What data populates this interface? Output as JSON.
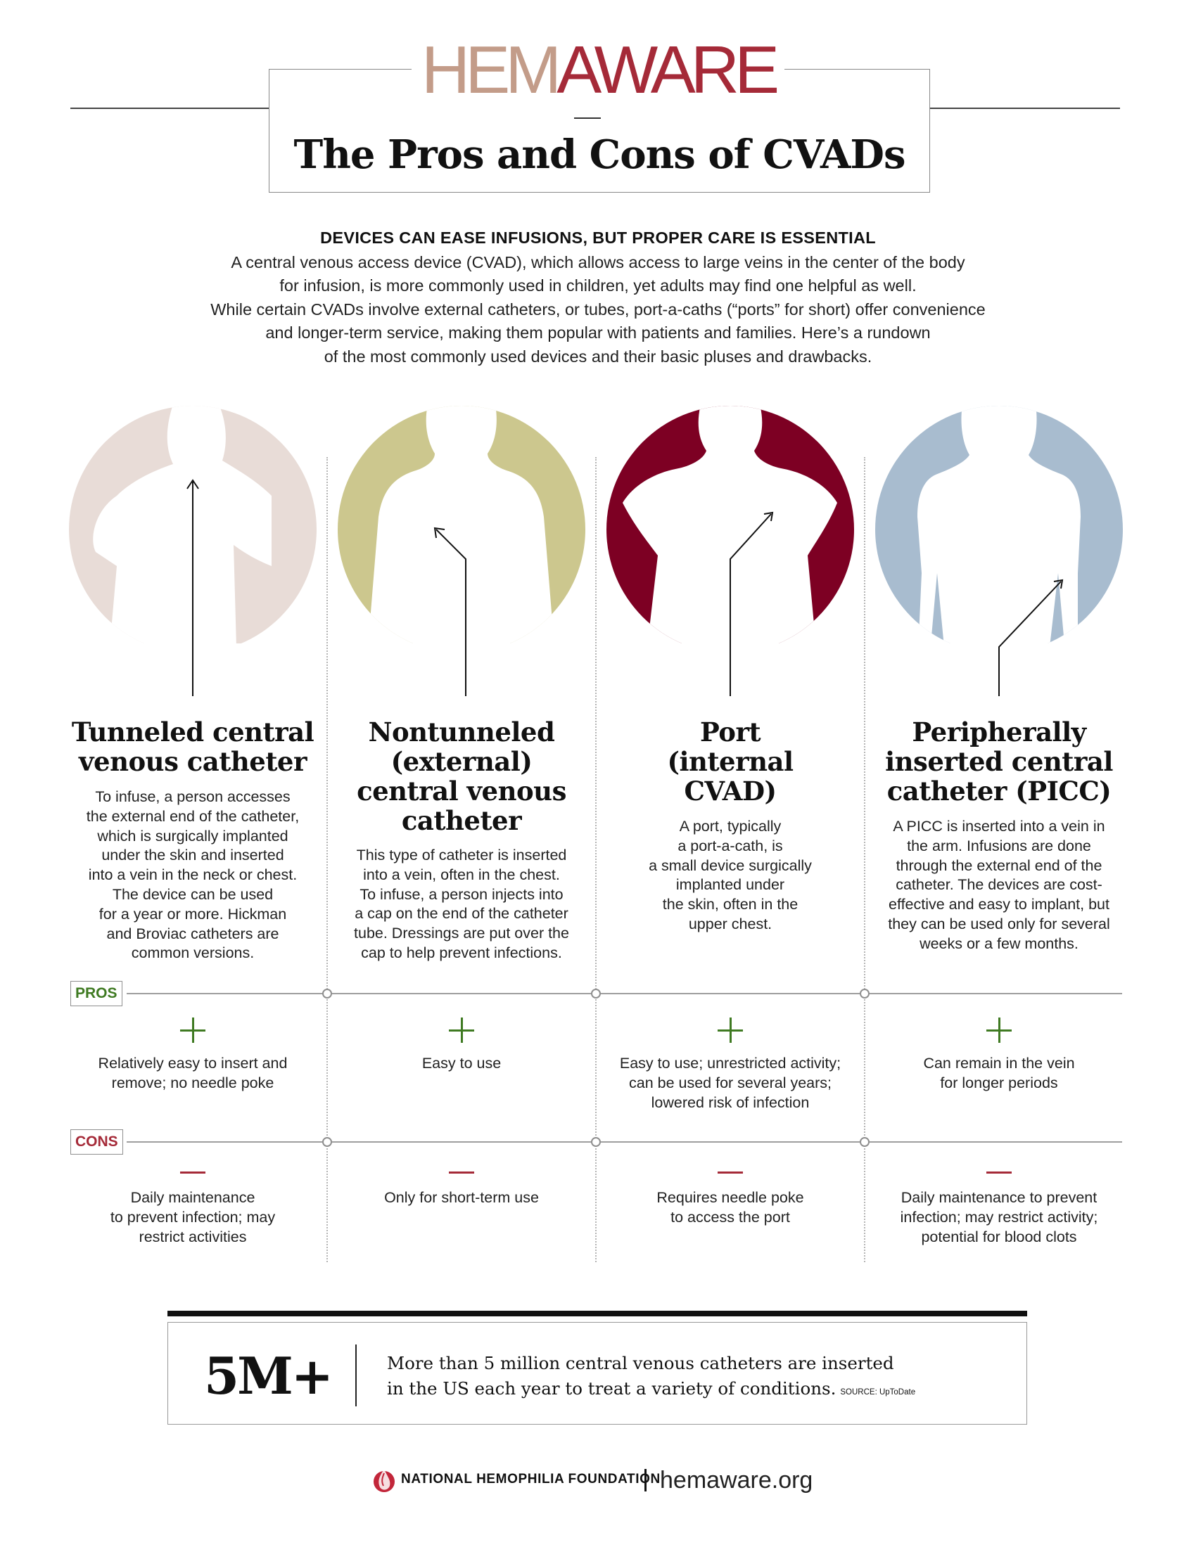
{
  "brand": {
    "logo_left": "HEM",
    "logo_right": "AWARE"
  },
  "title": "The Pros and Cons of CVADs",
  "intro": {
    "heading": "DEVICES CAN EASE INFUSIONS, BUT PROPER CARE IS ESSENTIAL",
    "lines": [
      "A central venous access device (CVAD), which allows access to large veins in the center of the body",
      "for infusion, is more commonly used in children, yet adults may find one helpful as well.",
      "While certain CVADs involve external catheters, or tubes, port-a-caths (“ports” for short) offer convenience",
      "and longer-term service, making them popular with patients and families. Here’s a rundown",
      "of the most commonly used devices and their basic pluses and drawbacks."
    ]
  },
  "labels": {
    "pros": "PROS",
    "cons": "CONS"
  },
  "columns": [
    {
      "title": [
        "Tunneled central",
        "venous catheter"
      ],
      "desc": [
        "To infuse, a person accesses",
        "the external end of the catheter,",
        "which is surgically implanted",
        "under the skin and inserted",
        "into a vein in the neck or chest.",
        "The device can be used",
        "for a year or more. Hickman",
        "and Broviac catheters are",
        "common versions."
      ],
      "pro": [
        "Relatively easy to insert and",
        "remove; no needle poke"
      ],
      "con": [
        "Daily maintenance",
        "to prevent infection; may",
        "restrict activities"
      ],
      "color": "#e8dcd7"
    },
    {
      "title": [
        "Nontunneled",
        "(external)",
        "central venous",
        "catheter"
      ],
      "desc": [
        "This type of catheter is inserted",
        "into a vein, often in the chest.",
        "To infuse, a person injects into",
        "a cap on the end of the catheter",
        "tube. Dressings are put over the",
        "cap to help prevent infections."
      ],
      "pro": [
        "Easy to use"
      ],
      "con": [
        "Only for short-term use"
      ],
      "color": "#ccc78e"
    },
    {
      "title": [
        "Port",
        "(internal",
        "CVAD)"
      ],
      "desc": [
        "A port, typically",
        "a port-a-cath, is",
        "a small device surgically",
        "implanted under",
        "the skin, often in the",
        "upper chest."
      ],
      "pro": [
        "Easy to use; unrestricted activity;",
        "can be used for several years;",
        "lowered risk of infection"
      ],
      "con": [
        "Requires needle poke",
        "to access the port"
      ],
      "color": "#7d0023"
    },
    {
      "title": [
        "Peripherally",
        "inserted central",
        "catheter (PICC)"
      ],
      "desc": [
        "A PICC is inserted into a vein in",
        "the arm. Infusions are done",
        "through the external end of the",
        "catheter. The devices are cost-",
        "effective and easy to implant, but",
        "they can be used only for several",
        "weeks or a few months."
      ],
      "pro": [
        "Can remain in the vein",
        "for longer periods"
      ],
      "con": [
        "Daily maintenance to prevent",
        "infection; may restrict activity;",
        "potential for blood clots"
      ],
      "color": "#a8bccf"
    }
  ],
  "stat": {
    "number": "5M+",
    "lines": [
      "More than 5 million central venous catheters are inserted",
      "in the US each year to treat a variety of conditions."
    ],
    "source": "SOURCE: UpToDate"
  },
  "footer": {
    "org": "NATIONAL HEMOPHILIA FOUNDATION",
    "site": "hemaware.org"
  },
  "colors": {
    "pro_green": "#3f7a22",
    "con_red": "#a52a38",
    "logo_tan": "#c39c89",
    "logo_red": "#a52a38"
  }
}
